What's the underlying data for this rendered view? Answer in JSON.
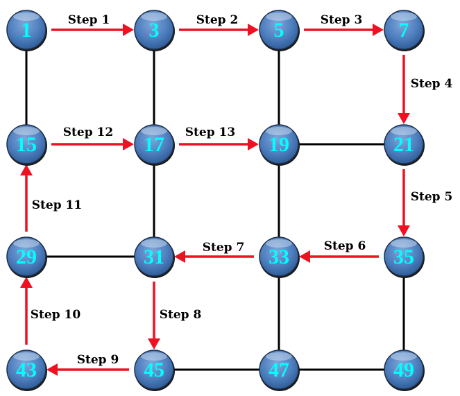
{
  "colors": {
    "node_fill": "#4f7fbf",
    "node_text": "#00ffff",
    "arrow": "#ee1122",
    "edge": "#000000"
  },
  "nodes": [
    "1",
    "3",
    "5",
    "7",
    "15",
    "17",
    "19",
    "21",
    "29",
    "31",
    "33",
    "35",
    "43",
    "45",
    "47",
    "49"
  ],
  "edges": [
    [
      "1",
      "15"
    ],
    [
      "3",
      "17"
    ],
    [
      "5",
      "19"
    ],
    [
      "17",
      "31"
    ],
    [
      "19",
      "33"
    ],
    [
      "19",
      "21"
    ],
    [
      "29",
      "31"
    ],
    [
      "33",
      "47"
    ],
    [
      "35",
      "49"
    ],
    [
      "45",
      "47"
    ],
    [
      "47",
      "49"
    ]
  ],
  "steps": [
    {
      "label": "Step 1",
      "from": "1",
      "to": "3"
    },
    {
      "label": "Step 2",
      "from": "3",
      "to": "5"
    },
    {
      "label": "Step 3",
      "from": "5",
      "to": "7"
    },
    {
      "label": "Step 4",
      "from": "7",
      "to": "21"
    },
    {
      "label": "Step 5",
      "from": "21",
      "to": "35"
    },
    {
      "label": "Step 6",
      "from": "35",
      "to": "33"
    },
    {
      "label": "Step 7",
      "from": "33",
      "to": "31"
    },
    {
      "label": "Step 8",
      "from": "31",
      "to": "45"
    },
    {
      "label": "Step 9",
      "from": "45",
      "to": "43"
    },
    {
      "label": "Step 10",
      "from": "43",
      "to": "29"
    },
    {
      "label": "Step 11",
      "from": "29",
      "to": "15"
    },
    {
      "label": "Step 12",
      "from": "15",
      "to": "17"
    },
    {
      "label": "Step 13",
      "from": "17",
      "to": "19"
    }
  ]
}
